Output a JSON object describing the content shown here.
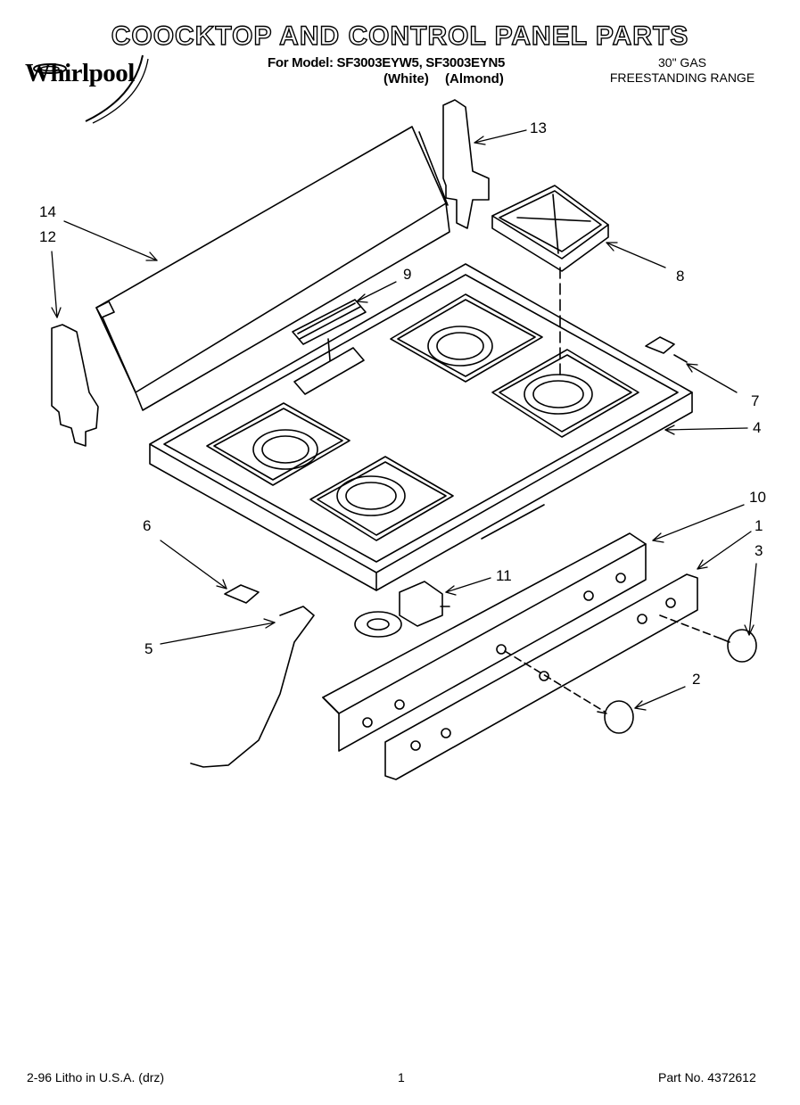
{
  "header": {
    "title": "COOCKTOP AND CONTROL PANEL PARTS",
    "model_line": "For Model: SF3003EYW5, SF3003EYN5",
    "variants": [
      "(White)",
      "(Almond)"
    ],
    "range_type": [
      "30\" GAS",
      "FREESTANDING RANGE"
    ],
    "brand": "Whirlpool"
  },
  "callouts": [
    "13",
    "14",
    "12",
    "9",
    "8",
    "7",
    "4",
    "10",
    "1",
    "3",
    "6",
    "11",
    "5",
    "2"
  ],
  "footer": {
    "left": "2-96 Litho in U.S.A. (drz)",
    "center": "1",
    "right": "Part No. 4372612"
  }
}
